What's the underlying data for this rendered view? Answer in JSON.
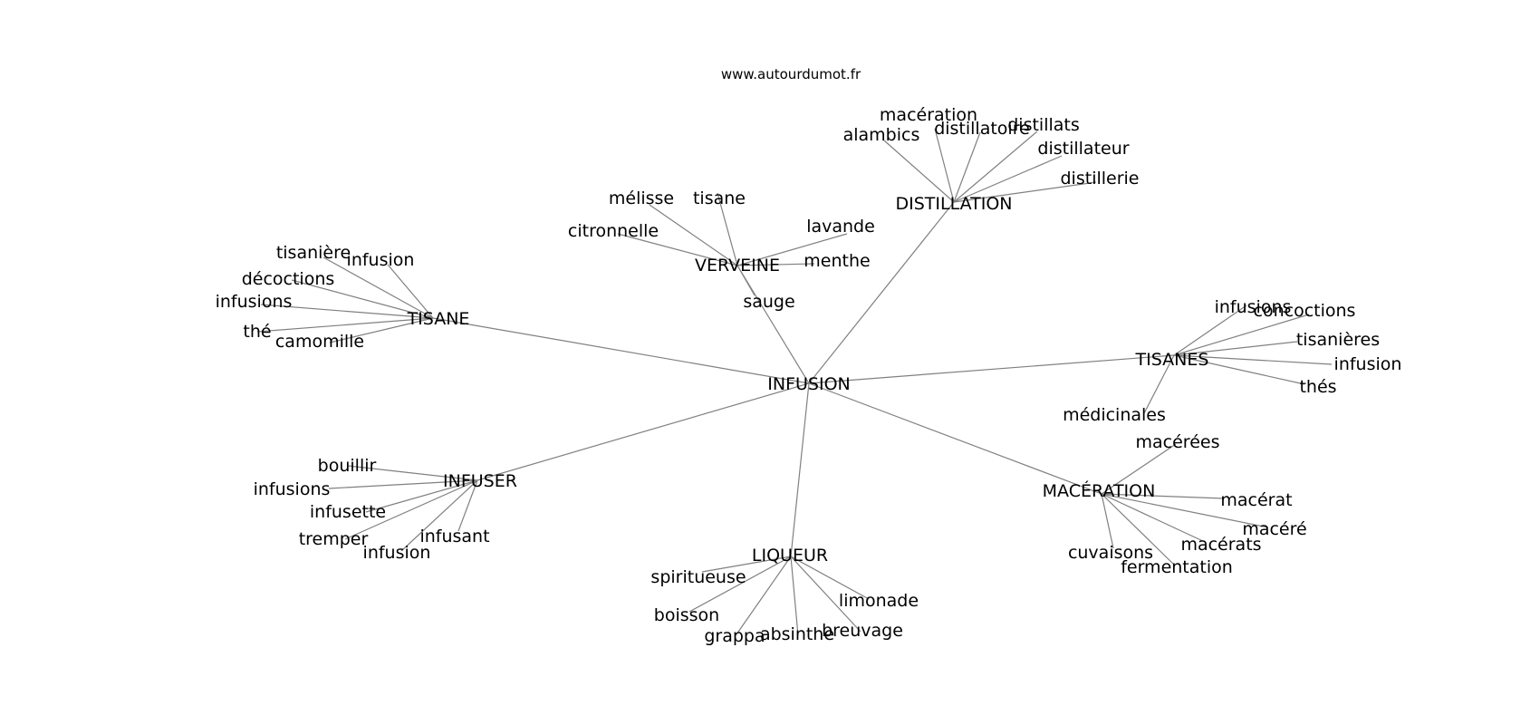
{
  "source": "www.autourdumot.fr",
  "center": "INFUSION",
  "clusters": [
    {
      "hub": "TISANE",
      "words": [
        "tisanière",
        "infusion",
        "décoctions",
        "infusions",
        "thé",
        "camomille"
      ]
    },
    {
      "hub": "VERVEINE",
      "words": [
        "mélisse",
        "tisane",
        "citronnelle",
        "lavande",
        "menthe",
        "sauge"
      ]
    },
    {
      "hub": "DISTILLATION",
      "words": [
        "macération",
        "alambics",
        "distillatoire",
        "distillats",
        "distillateur",
        "distillerie"
      ]
    },
    {
      "hub": "TISANES",
      "words": [
        "infusions",
        "concoctions",
        "tisanières",
        "infusion",
        "thés",
        "médicinales"
      ]
    },
    {
      "hub": "MACÉRATION",
      "words": [
        "macérées",
        "macérat",
        "macéré",
        "macérats",
        "cuvaisons",
        "fermentation"
      ]
    },
    {
      "hub": "LIQUEUR",
      "words": [
        "spiritueuse",
        "boisson",
        "grappa",
        "absinthe",
        "breuvage",
        "limonade"
      ]
    },
    {
      "hub": "INFUSER",
      "words": [
        "bouillir",
        "infusions",
        "infusette",
        "tremper",
        "infusion",
        "infusant"
      ]
    }
  ]
}
